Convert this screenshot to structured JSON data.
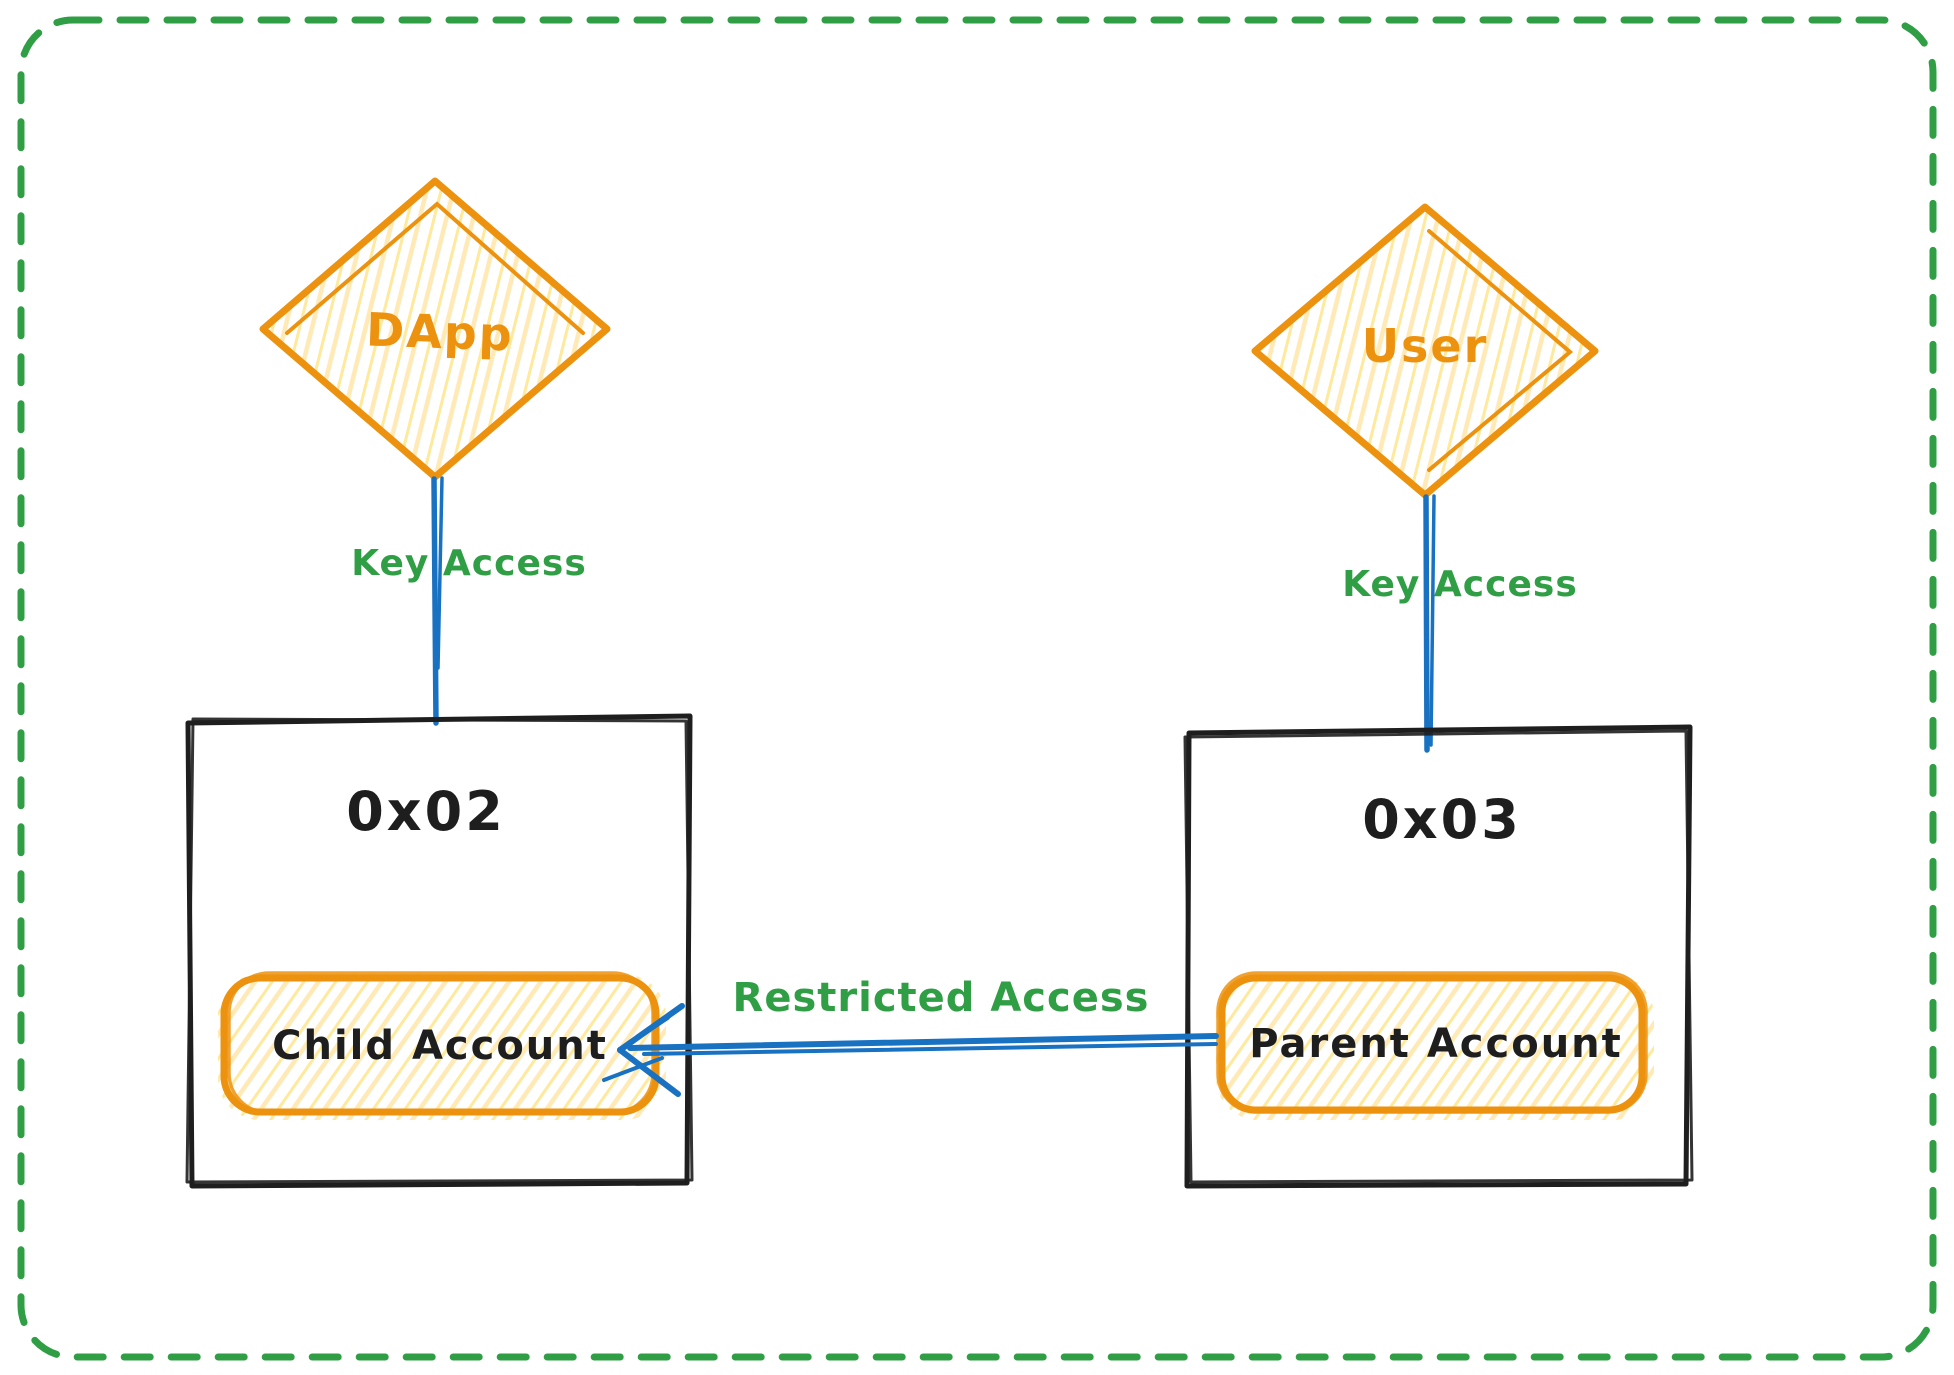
{
  "colors": {
    "orange": "#ec920e",
    "hatch_strong": "#ffd43b",
    "hatch_light": "#ffe8b0",
    "blue": "#1971c2",
    "green": "#2f9e44",
    "ink": "#1e1e1e",
    "bg": "#ffffff"
  },
  "nodes": {
    "dapp": {
      "label": "DApp"
    },
    "user": {
      "label": "User"
    },
    "left_account": {
      "address": "0x02",
      "inner_label": "Child Account"
    },
    "right_account": {
      "address": "0x03",
      "inner_label": "Parent Account"
    }
  },
  "edges": {
    "dapp_key_access": {
      "label": "Key Access"
    },
    "user_key_access": {
      "label": "Key Access"
    },
    "restricted_access": {
      "label": "Restricted Access"
    }
  }
}
